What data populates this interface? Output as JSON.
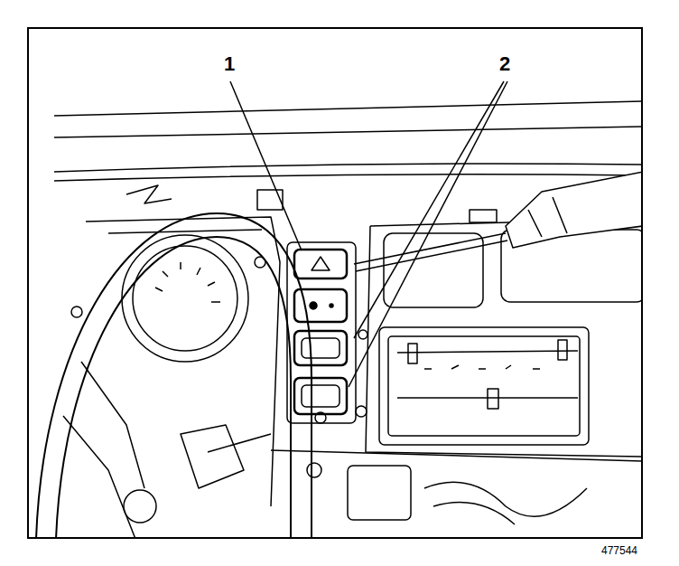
{
  "diagram": {
    "labels": [
      "1",
      "2",
      "477544"
    ]
  }
}
